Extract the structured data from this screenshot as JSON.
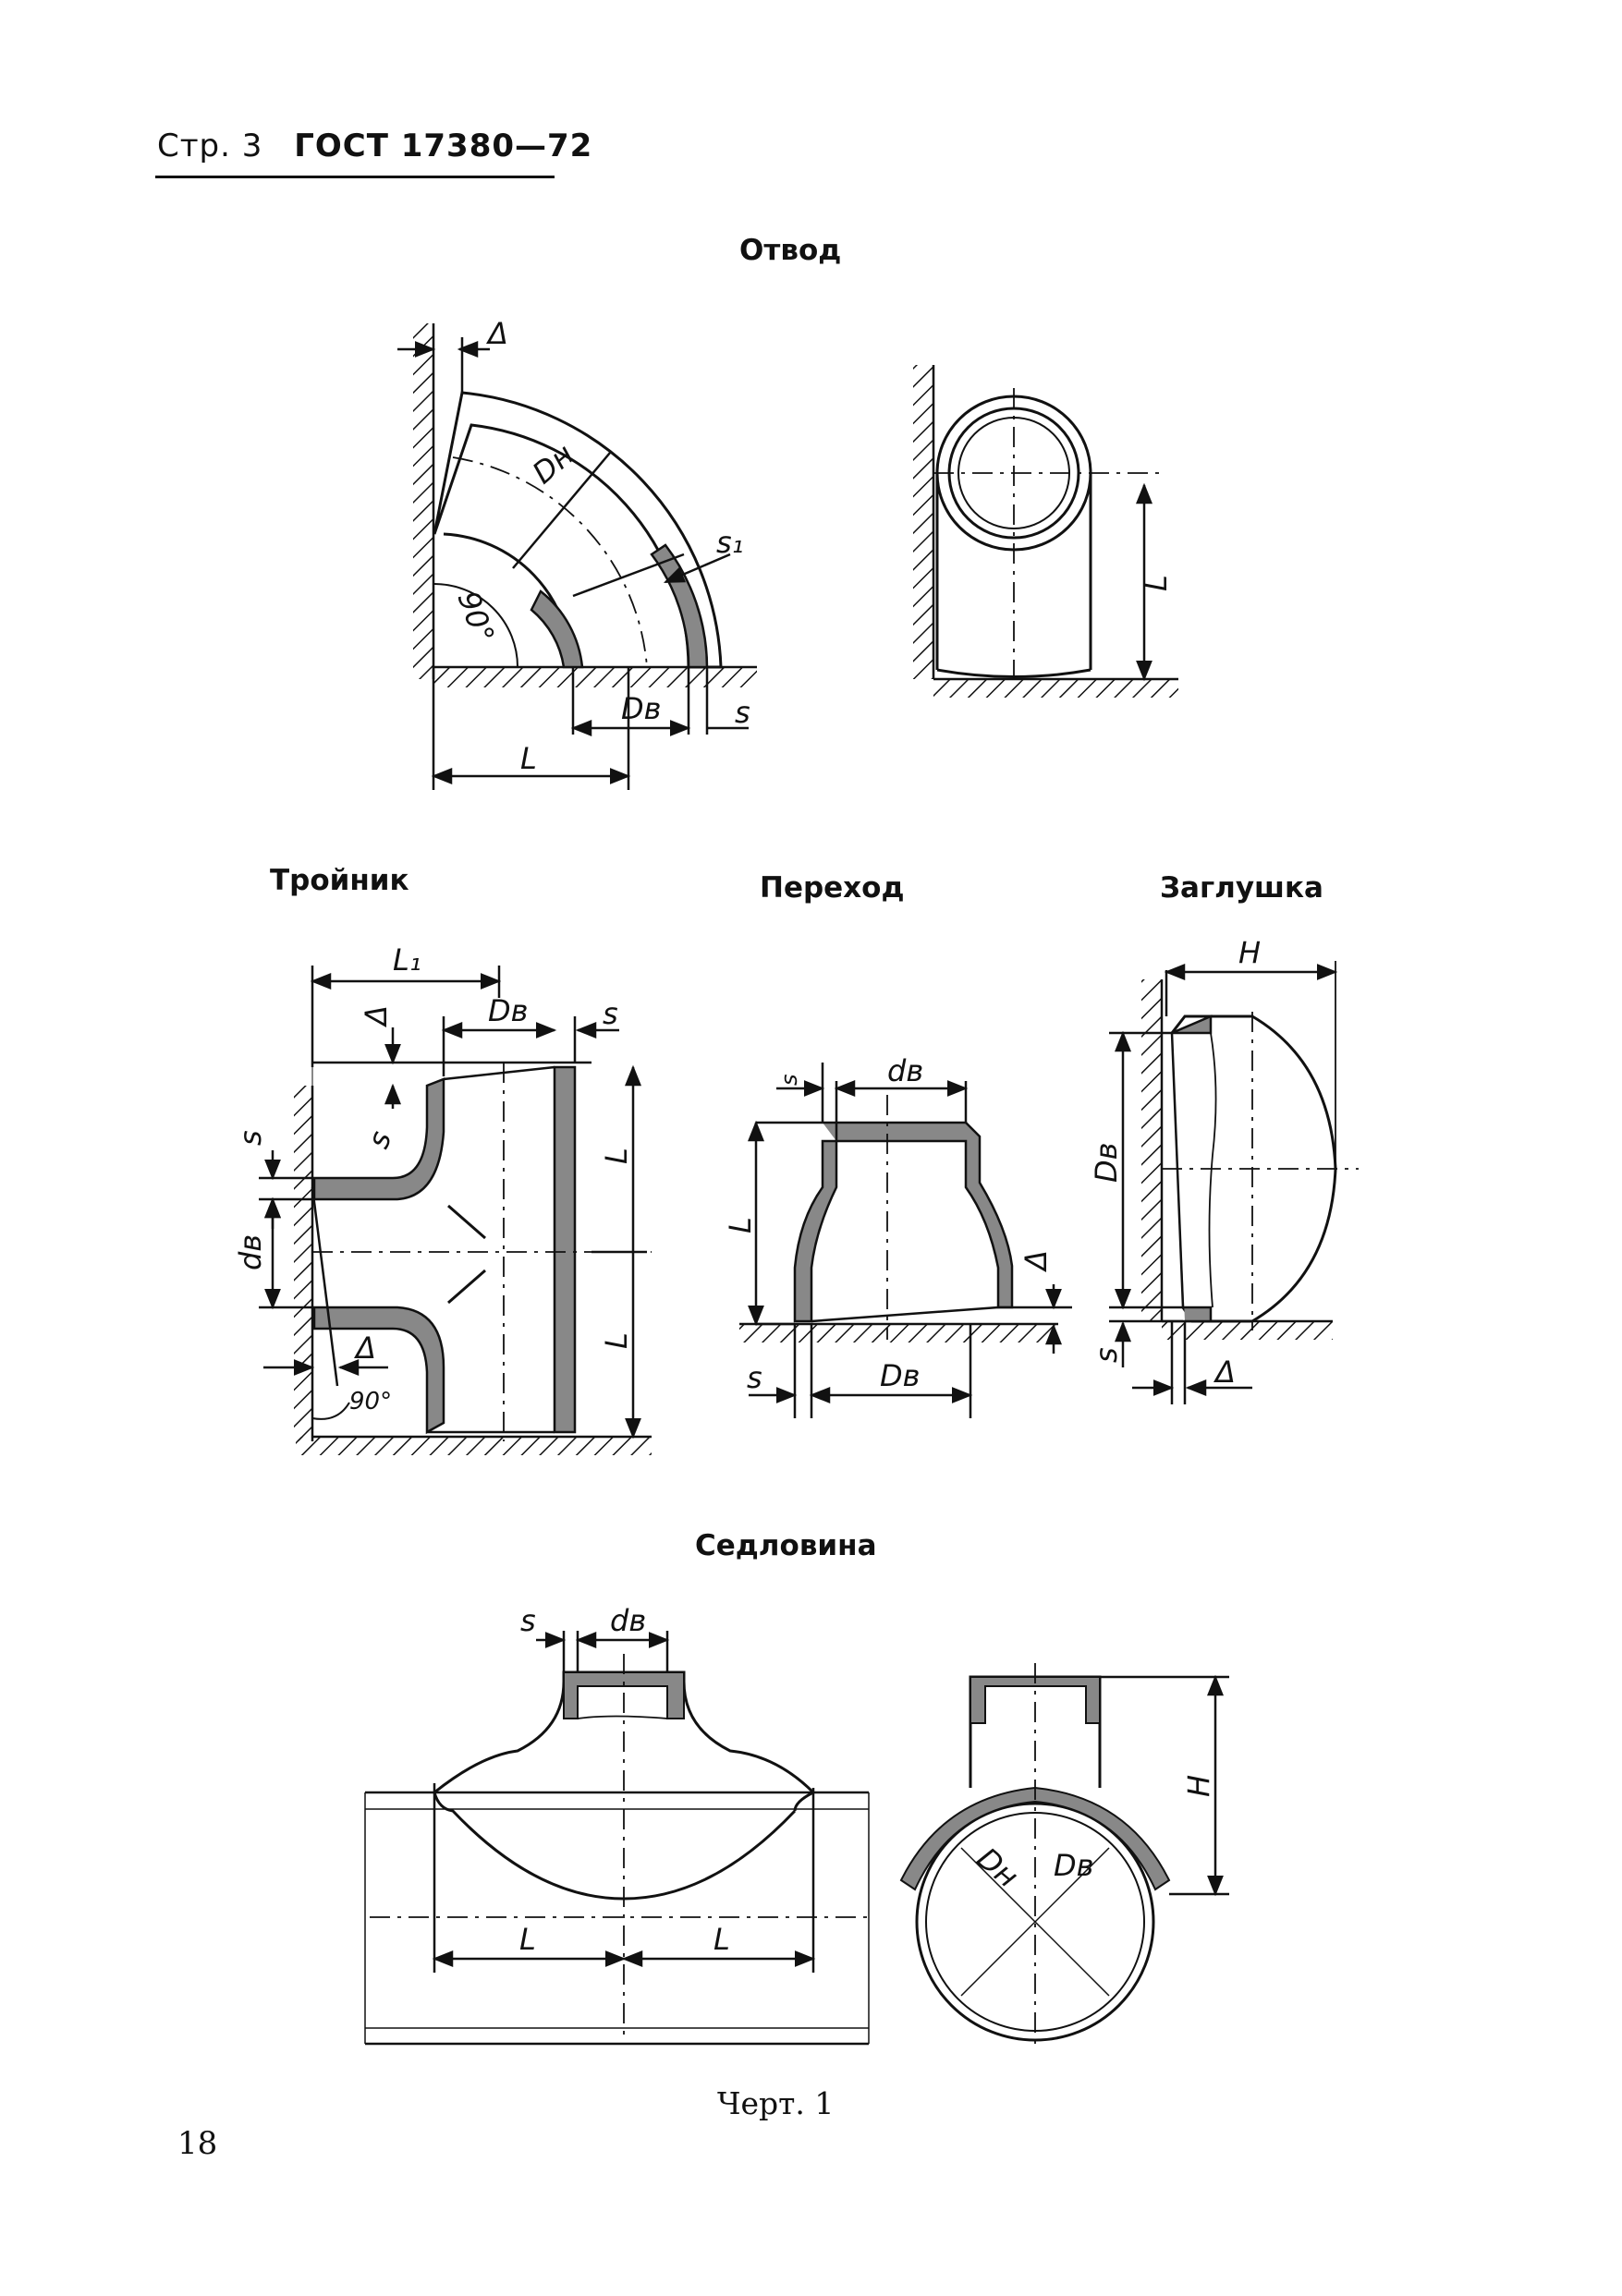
{
  "header": {
    "page": "Стр. 3",
    "standard": "ГОСТ 17380—72"
  },
  "sections": {
    "otvod": "Отвод",
    "troynik": "Тройник",
    "perekhod": "Переход",
    "zaglushka": "Заглушка",
    "sedlovina": "Седловина"
  },
  "labels": {
    "delta": "Δ",
    "dh": "Dн",
    "dv": "Dв",
    "dv_small": "dв",
    "s": "s",
    "s1": "s₁",
    "L": "L",
    "L1": "L₁",
    "H": "H",
    "angle90": "90°"
  },
  "caption": "Черт. 1",
  "page_number": "18"
}
